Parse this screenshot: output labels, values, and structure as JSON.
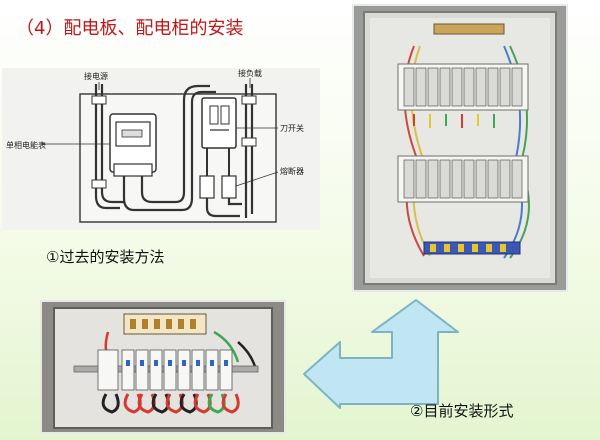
{
  "slide": {
    "title": "（4）配电板、配电柜的安装",
    "caption_past": "①过去的安装方法",
    "caption_current": "②目前安装形式"
  },
  "diagram": {
    "labels": {
      "power": "接电源",
      "load": "接负载",
      "meter": "单相电能表",
      "knife_switch": "刀开关",
      "fuse": "熔断器"
    }
  },
  "colors": {
    "title": "#c0161a",
    "arrow_fill": "#bfe6f2",
    "arrow_stroke": "#7fb3c4"
  }
}
